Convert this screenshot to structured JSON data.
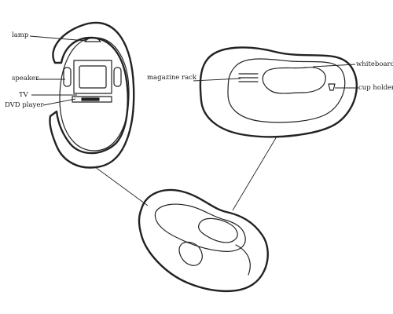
{
  "labels": {
    "lamp": "lamp",
    "speaker": "speaker",
    "tv": "TV",
    "dvd_player": "DVD player",
    "magazine_rack": "magazine rack",
    "whiteboard": "whiteboard",
    "cup_holder": "cup holder"
  }
}
